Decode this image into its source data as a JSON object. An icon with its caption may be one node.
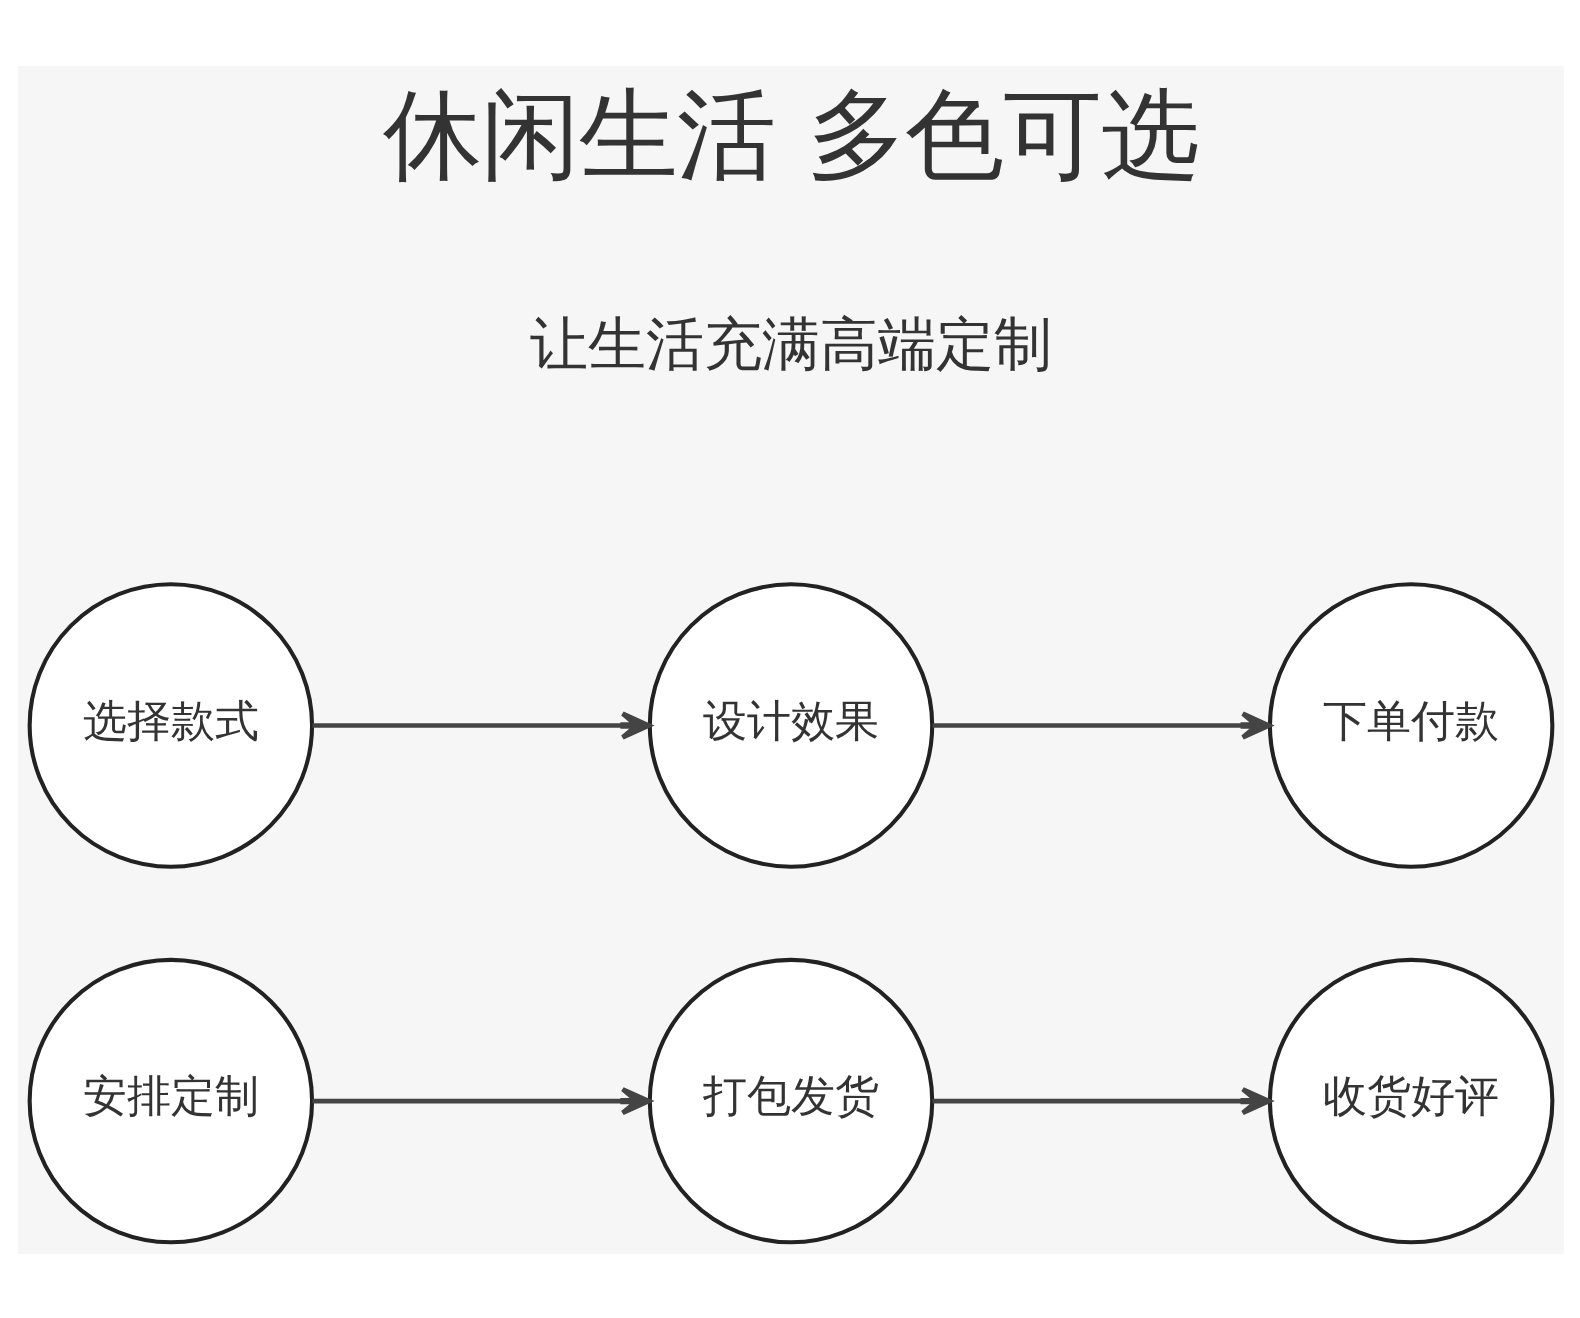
{
  "diagram": {
    "title": "休闲生活 多色可选",
    "nodes": [
      {
        "text": [
          "选择款式"
        ]
      },
      {
        "text": [
          "设计效果"
        ]
      },
      {
        "text": [
          "下单付款"
        ]
      },
      {
        "text": [
          "安排定制"
        ]
      },
      {
        "text": [
          "打包发货"
        ]
      },
      {
        "text": [
          "收货好评"
        ]
      }
    ],
    "edges": [
      {
        "from": 0,
        "to": 1,
        "arrow": "to"
      },
      {
        "from": 1,
        "to": 2,
        "arrow": "to"
      },
      {
        "from": 3,
        "to": 4,
        "arrow": "to"
      },
      {
        "from": 4,
        "to": 5,
        "arrow": "to"
      }
    ],
    "labels": [
      "让生活充满高端定制"
    ]
  }
}
